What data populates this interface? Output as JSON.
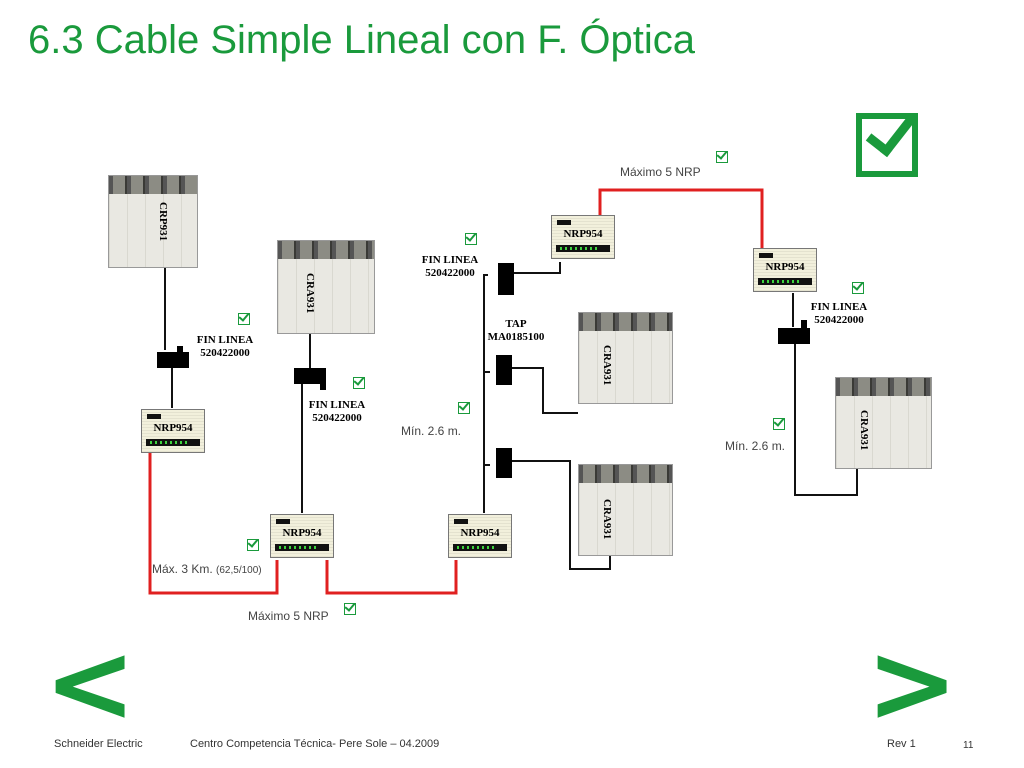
{
  "title": "6.3 Cable Simple Lineal con F. Óptica",
  "devices": {
    "crp": "CRP931",
    "cra": "CRA931",
    "nrp": "NRP954"
  },
  "labels": {
    "fin_linea": "FIN LINEA",
    "fin_linea_code": "520422000",
    "tap": "TAP",
    "tap_code": "MA0185100",
    "maximo_nrp": "Máximo 5 NRP",
    "min_dist": "Mín. 2.6 m.",
    "max_km": "Máx. 3 Km.",
    "fiber_spec": "(62,5/100)"
  },
  "colors": {
    "accent": "#1a9a3c",
    "fiber": "#e02020",
    "copper": "#000000"
  },
  "nav": {
    "prev": "<",
    "next": ">"
  },
  "footer": {
    "company": "Schneider Electric",
    "center": "Centro Competencia Técnica- Pere Sole – 04.2009",
    "rev": "Rev 1",
    "page": "11"
  }
}
